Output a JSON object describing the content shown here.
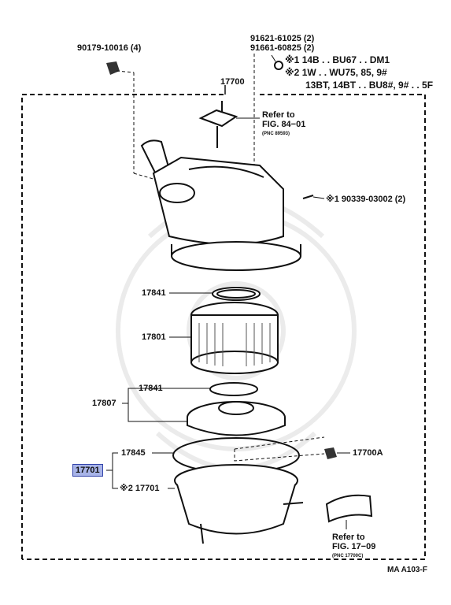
{
  "labels": {
    "bolt_part": "90179-10016 (4)",
    "stud_part1": "91621-61025 (2)",
    "stud_part2": "91661-60825 (2)",
    "note1_mark": "※1",
    "note1_text": "14B . . BU67 . . DM1",
    "note2_mark": "※2",
    "note2_text": "1W . . WU75, 85, 9#",
    "note2_text2": "13BT, 14BT . . BU8#, 9# . . 5F",
    "assembly": "17700",
    "refer1_line1": "Refer to",
    "refer1_line2": "FIG. 84−01",
    "refer1_pnc": "(PNC 89593)",
    "hose_part": "※1 90339-03002 (2)",
    "gasket_upper": "17841",
    "element": "17801",
    "gasket_lower": "17841",
    "cap_sub": "17807",
    "gasket_body": "17845",
    "highlight": "17701",
    "body": "※2 17701",
    "clamp": "17700A",
    "refer2_line1": "Refer to",
    "refer2_line2": "FIG. 17−09",
    "refer2_pnc": "(PNC 17700C)",
    "fig_code": "MA A103-F"
  }
}
